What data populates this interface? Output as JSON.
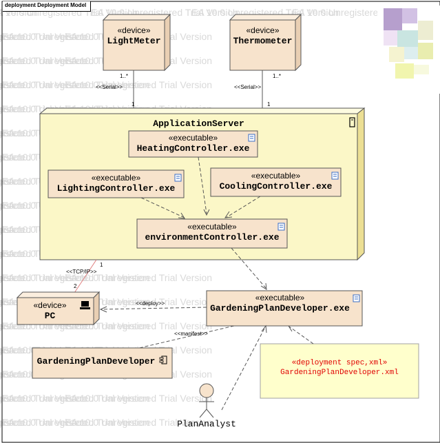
{
  "frame": {
    "title": "deployment Deployment Model"
  },
  "watermark": {
    "text": "EA 10.0 Unregistered Trial Version"
  },
  "nodes": {
    "light_meter": {
      "stereotype": "«device»",
      "name": "LightMeter"
    },
    "thermometer": {
      "stereotype": "«device»",
      "name": "Thermometer"
    },
    "application_server": {
      "name": "ApplicationServer"
    },
    "pc": {
      "stereotype": "«device»",
      "name": "PC"
    }
  },
  "artifacts": {
    "heating": {
      "stereotype": "«executable»",
      "name": "HeatingController.exe"
    },
    "lighting": {
      "stereotype": "«executable»",
      "name": "LightingController.exe"
    },
    "cooling": {
      "stereotype": "«executable»",
      "name": "CoolingController.exe"
    },
    "environment": {
      "stereotype": "«executable»",
      "name": "environmentController.exe"
    },
    "gardening_exe": {
      "stereotype": "«executable»",
      "name": "GardeningPlanDeveloper.exe"
    },
    "gardening_component": {
      "name": "GardeningPlanDeveloper"
    },
    "deployment_spec": {
      "stereotype": "«deployment spec,xml»",
      "name": "GardeningPlanDeveloper.xml"
    }
  },
  "actors": {
    "plan_analyst": {
      "name": "PlanAnalyst"
    }
  },
  "connectors": {
    "light_serial": {
      "label": "<<Serial>>",
      "mult_top": "1..*",
      "mult_bottom": "1"
    },
    "thermo_serial": {
      "label": "<<Serial>>",
      "mult_top": "1..*",
      "mult_bottom": "1"
    },
    "tcpip": {
      "label": "<<TCP/IP>>",
      "mult_top": "1",
      "mult_bottom": "2"
    },
    "deploy": {
      "label": "<<deploy>>"
    },
    "manifest": {
      "label": "<<manifest>>"
    }
  },
  "colors": {
    "node_fill": "#f7e3cc",
    "server_fill": "#fbf7c7",
    "spec_fill": "#ffffcc",
    "border": "#555555",
    "spec_text": "#e00000",
    "tcp_line": "#e08080"
  }
}
